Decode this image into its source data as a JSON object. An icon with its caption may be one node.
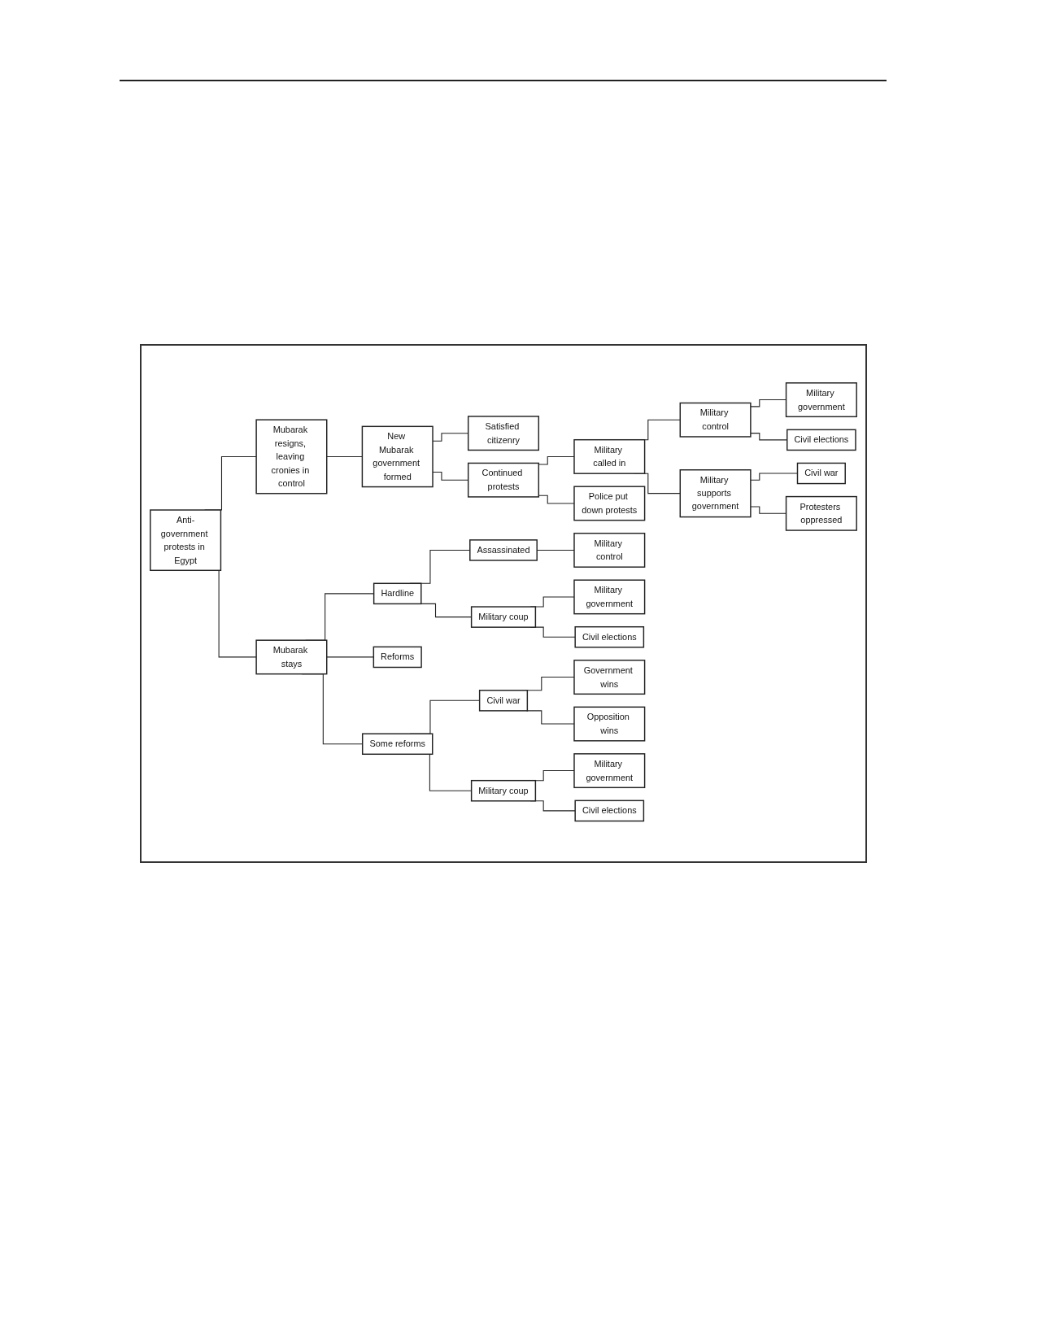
{
  "diagram": {
    "nodes": [
      {
        "text": [
          "Anti-government protests in Egypt"
        ]
      },
      {
        "text": [
          "Mubarak resigns, leaving cronies in control"
        ]
      },
      {
        "text": [
          "New Mubarak government formed"
        ]
      },
      {
        "text": [
          "Satisfied citizenry"
        ]
      },
      {
        "text": [
          "Continued protests"
        ]
      },
      {
        "text": [
          "Military called in"
        ]
      },
      {
        "text": [
          "Police put down protests"
        ]
      },
      {
        "text": [
          "Military control"
        ]
      },
      {
        "text": [
          "Military supports government"
        ]
      },
      {
        "text": [
          "Military government"
        ]
      },
      {
        "text": [
          "Civil elections"
        ]
      },
      {
        "text": [
          "Civil war"
        ]
      },
      {
        "text": [
          "Protesters oppressed"
        ]
      },
      {
        "text": [
          "Mubarak stays"
        ]
      },
      {
        "text": [
          "Hardline"
        ]
      },
      {
        "text": [
          "Reforms"
        ]
      },
      {
        "text": [
          "Some reforms"
        ]
      },
      {
        "text": [
          "Assassinated"
        ]
      },
      {
        "text": [
          "Military coup"
        ]
      },
      {
        "text": [
          "Military control"
        ]
      },
      {
        "text": [
          "Military government"
        ]
      },
      {
        "text": [
          "Civil elections"
        ]
      },
      {
        "text": [
          "Civil war"
        ]
      },
      {
        "text": [
          "Military coup"
        ]
      },
      {
        "text": [
          "Government wins"
        ]
      },
      {
        "text": [
          "Opposition wins"
        ]
      },
      {
        "text": [
          "Military government"
        ]
      },
      {
        "text": [
          "Civil elections"
        ]
      }
    ],
    "edges": [
      {
        "from": 0,
        "to": 1,
        "arrow": "none"
      },
      {
        "from": 0,
        "to": 13,
        "arrow": "none"
      },
      {
        "from": 1,
        "to": 2,
        "arrow": "none"
      },
      {
        "from": 2,
        "to": 3,
        "arrow": "none"
      },
      {
        "from": 2,
        "to": 4,
        "arrow": "none"
      },
      {
        "from": 4,
        "to": 5,
        "arrow": "none"
      },
      {
        "from": 4,
        "to": 6,
        "arrow": "none"
      },
      {
        "from": 5,
        "to": 7,
        "arrow": "none"
      },
      {
        "from": 5,
        "to": 8,
        "arrow": "none"
      },
      {
        "from": 7,
        "to": 9,
        "arrow": "none"
      },
      {
        "from": 7,
        "to": 10,
        "arrow": "none"
      },
      {
        "from": 8,
        "to": 11,
        "arrow": "none"
      },
      {
        "from": 8,
        "to": 12,
        "arrow": "none"
      },
      {
        "from": 13,
        "to": 14,
        "arrow": "none"
      },
      {
        "from": 13,
        "to": 15,
        "arrow": "none"
      },
      {
        "from": 13,
        "to": 16,
        "arrow": "none"
      },
      {
        "from": 14,
        "to": 17,
        "arrow": "none"
      },
      {
        "from": 14,
        "to": 18,
        "arrow": "none"
      },
      {
        "from": 17,
        "to": 19,
        "arrow": "none"
      },
      {
        "from": 18,
        "to": 20,
        "arrow": "none"
      },
      {
        "from": 18,
        "to": 21,
        "arrow": "none"
      },
      {
        "from": 16,
        "to": 22,
        "arrow": "none"
      },
      {
        "from": 16,
        "to": 23,
        "arrow": "none"
      },
      {
        "from": 22,
        "to": 24,
        "arrow": "none"
      },
      {
        "from": 22,
        "to": 25,
        "arrow": "none"
      },
      {
        "from": 23,
        "to": 26,
        "arrow": "none"
      },
      {
        "from": 23,
        "to": 27,
        "arrow": "none"
      }
    ]
  }
}
